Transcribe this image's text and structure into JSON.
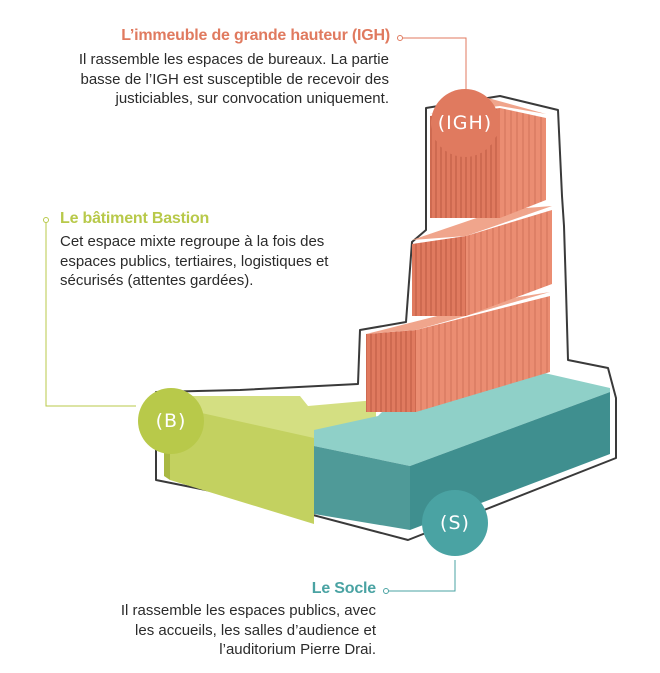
{
  "colors": {
    "igh": "#e07a5f",
    "bastion": "#b8c94a",
    "socle": "#4aa3a3",
    "outline": "#3a3a3a",
    "text": "#2b2b2b"
  },
  "sections": {
    "igh": {
      "title": "L’immeuble de grande hauteur (IGH)",
      "lines": [
        "Il rassemble les espaces de bureaux. La partie",
        "basse de l’IGH est susceptible de recevoir des",
        "justiciables, sur convocation uniquement."
      ],
      "badge": "(IGH)"
    },
    "bastion": {
      "title": "Le bâtiment Bastion",
      "lines": [
        "Cet espace mixte regroupe à la fois des",
        "espaces publics, tertiaires, logistiques et",
        "sécurisés (attentes gardées)."
      ],
      "badge": "(B)"
    },
    "socle": {
      "title": "Le Socle",
      "lines": [
        "Il rassemble les espaces publics, avec",
        "les accueils, les salles d’audience et",
        "l’auditorium Pierre Drai."
      ],
      "badge": "(S)"
    }
  }
}
